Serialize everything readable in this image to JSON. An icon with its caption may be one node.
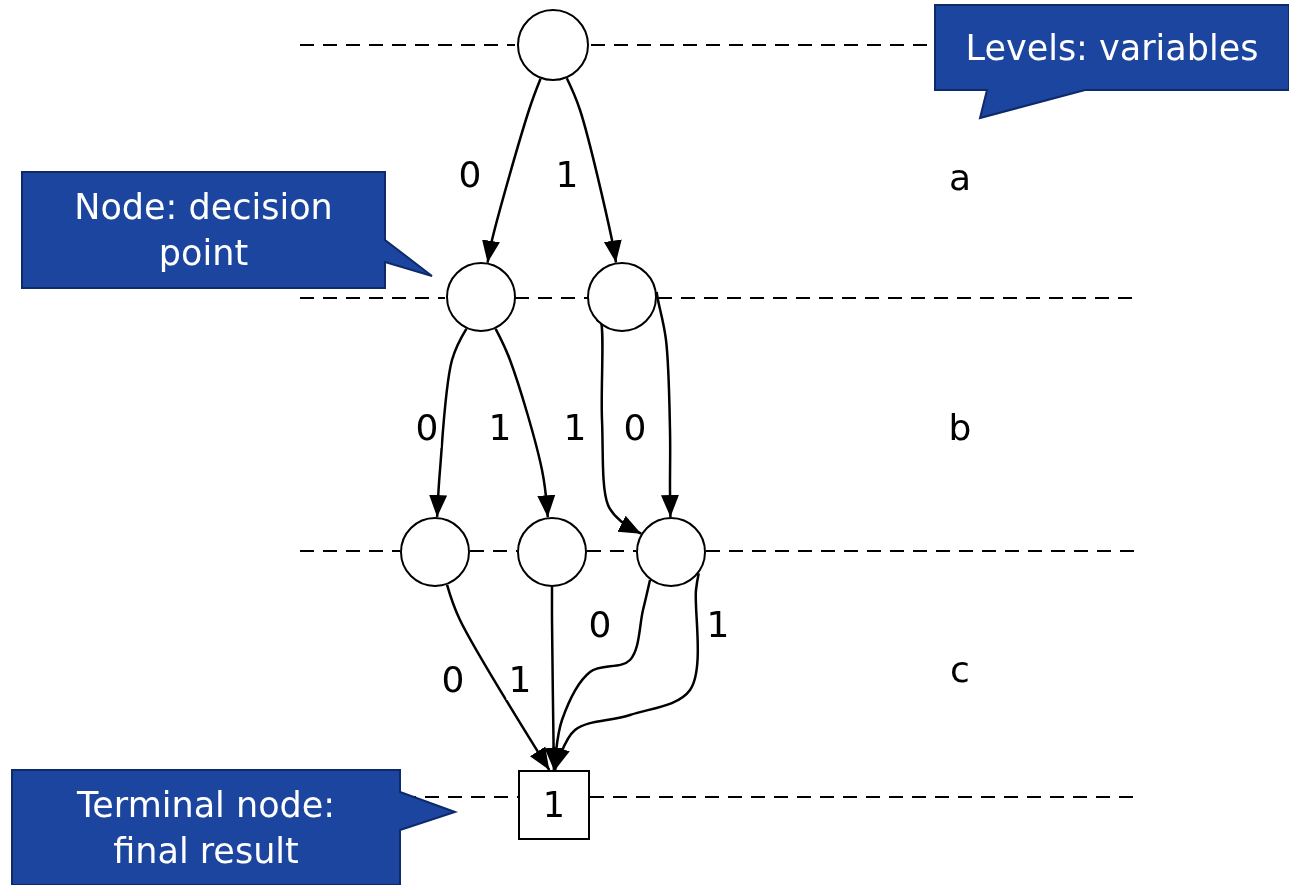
{
  "diagram": {
    "nodes": [
      {
        "text": [],
        "shape": "circle"
      },
      {
        "text": [],
        "shape": "circle"
      },
      {
        "text": [],
        "shape": "circle"
      },
      {
        "text": [],
        "shape": "circle"
      },
      {
        "text": [],
        "shape": "circle"
      },
      {
        "text": [],
        "shape": "circle"
      },
      {
        "text": [
          "1"
        ]
      },
      {
        "text": [
          "Levels: variables"
        ]
      },
      {
        "text": [
          "Node: decision point"
        ]
      },
      {
        "text": [
          "Terminal node: final result"
        ]
      }
    ],
    "edges": [
      {
        "from": 0,
        "to": 1,
        "arrow": "to",
        "label": "0"
      },
      {
        "from": 0,
        "to": 2,
        "arrow": "to",
        "label": "1"
      },
      {
        "from": 1,
        "to": 3,
        "arrow": "to",
        "label": "0"
      },
      {
        "from": 1,
        "to": 4,
        "arrow": "to",
        "label": "1"
      },
      {
        "from": 2,
        "to": 5,
        "arrow": "to",
        "label": "1"
      },
      {
        "from": 2,
        "to": 5,
        "arrow": "to",
        "label": "0"
      },
      {
        "from": 3,
        "to": 6,
        "arrow": "to",
        "label": "0"
      },
      {
        "from": 4,
        "to": 6,
        "arrow": "to",
        "label": "1"
      },
      {
        "from": 5,
        "to": 6,
        "arrow": "to",
        "label": "0"
      },
      {
        "from": 5,
        "to": 6,
        "arrow": "to",
        "label": "1"
      }
    ],
    "labels": [
      "a",
      "b",
      "c"
    ]
  }
}
